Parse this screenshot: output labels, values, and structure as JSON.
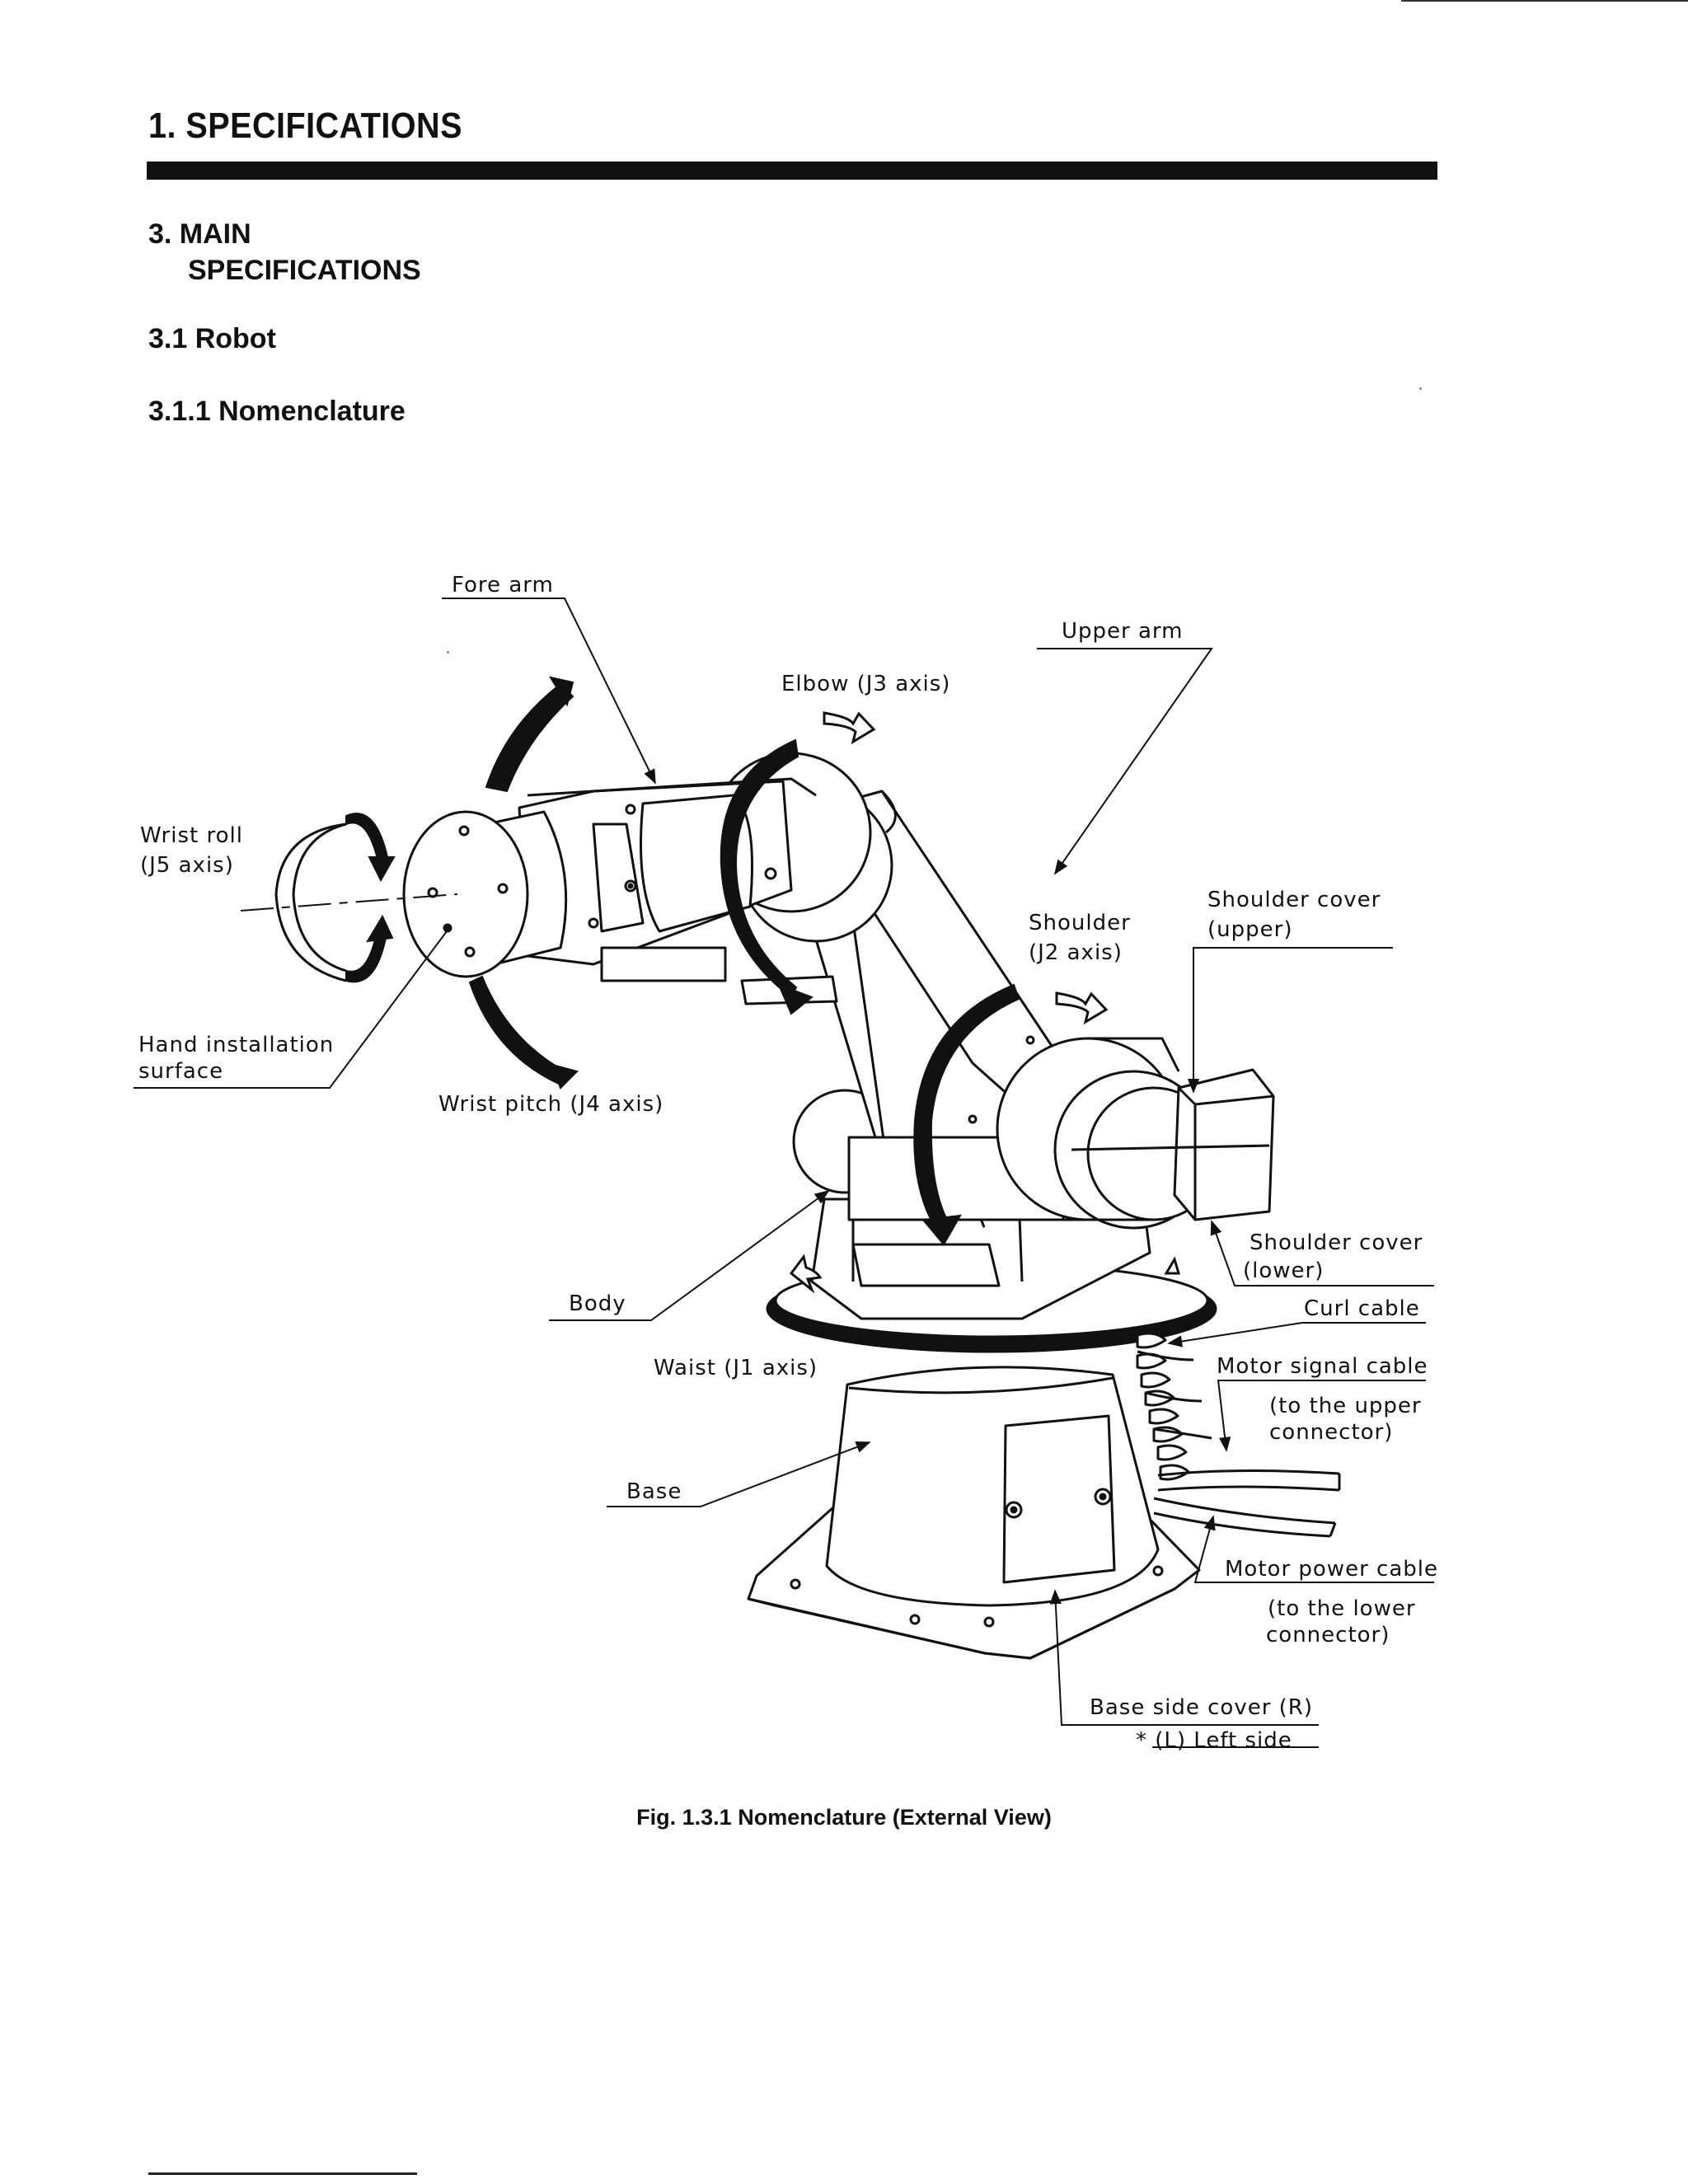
{
  "header": {
    "chapter_title": "1. SPECIFICATIONS"
  },
  "sections": {
    "main_line1": "3. MAIN",
    "main_line2": "SPECIFICATIONS",
    "robot": "3.1 Robot",
    "nomenclature": "3.1.1 Nomenclature"
  },
  "figure": {
    "caption": "Fig. 1.3.1 Nomenclature (External View)",
    "labels": {
      "fore_arm": "Fore arm",
      "upper_arm": "Upper arm",
      "elbow": "Elbow (J3 axis)",
      "wrist_roll_1": "Wrist roll",
      "wrist_roll_2": "(J5 axis)",
      "shoulder_1": "Shoulder",
      "shoulder_2": "(J2 axis)",
      "shoulder_cover_upper_1": "Shoulder cover",
      "shoulder_cover_upper_2": "(upper)",
      "hand_surface_1": "Hand installation",
      "hand_surface_2": "surface",
      "wrist_pitch": "Wrist pitch (J4 axis)",
      "shoulder_cover_lower_1": "Shoulder cover",
      "shoulder_cover_lower_2": "(lower)",
      "body": "Body",
      "curl_cable": "Curl cable",
      "waist": "Waist (J1 axis)",
      "motor_signal_1": "Motor signal cable",
      "motor_signal_2": "(to the upper",
      "motor_signal_3": "connector)",
      "base": "Base",
      "motor_power_1": "Motor power cable",
      "motor_power_2": "(to the lower",
      "motor_power_3": "connector)",
      "base_side_cover_1": "Base side cover (R)",
      "base_side_cover_2": "* (L) Left side"
    }
  }
}
